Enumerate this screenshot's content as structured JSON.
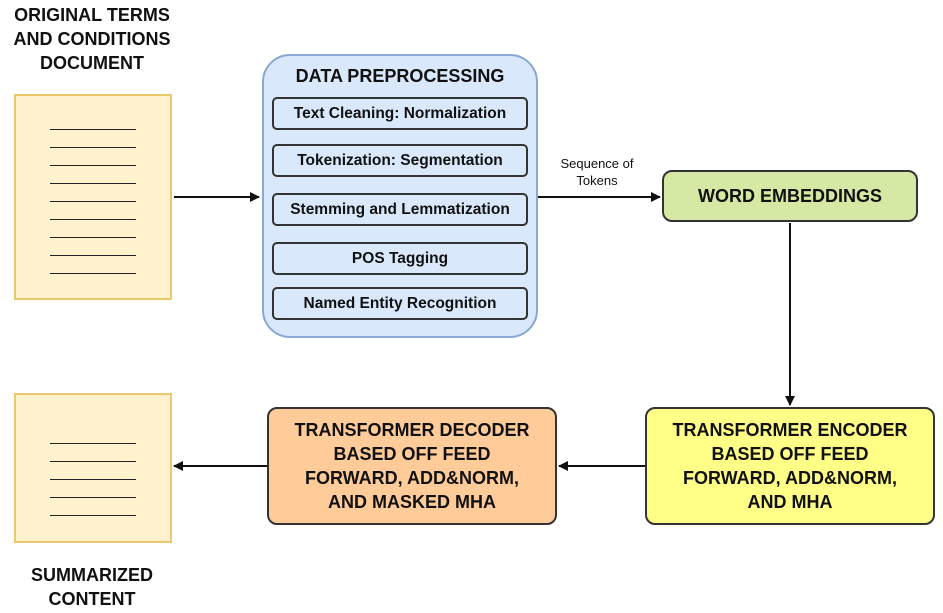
{
  "input_doc": {
    "label_lines": [
      "ORIGINAL TERMS",
      "AND CONDITIONS",
      "DOCUMENT"
    ],
    "fill": "#fff2cc",
    "border": "#e9c96e"
  },
  "preprocessing": {
    "title": "DATA PREPROCESSING",
    "fill": "#dae8fc",
    "steps": [
      "Text Cleaning: Normalization",
      "Tokenization: Segmentation",
      "Stemming and Lemmatization",
      "POS Tagging",
      "Named Entity Recognition"
    ]
  },
  "edge_label": {
    "lines": [
      "Sequence of",
      "Tokens"
    ]
  },
  "embeddings": {
    "label": "WORD EMBEDDINGS",
    "fill": "#d5e8a4"
  },
  "encoder": {
    "lines": [
      "TRANSFORMER ENCODER",
      "BASED OFF FEED",
      "FORWARD, ADD&NORM,",
      "AND MHA"
    ],
    "fill": "#ffff88"
  },
  "decoder": {
    "lines": [
      "TRANSFORMER DECODER",
      "BASED OFF FEED",
      "FORWARD, ADD&NORM,",
      "AND MASKED MHA"
    ],
    "fill": "#ffcc99"
  },
  "output_doc": {
    "label_lines": [
      "SUMMARIZED",
      "CONTENT"
    ]
  }
}
